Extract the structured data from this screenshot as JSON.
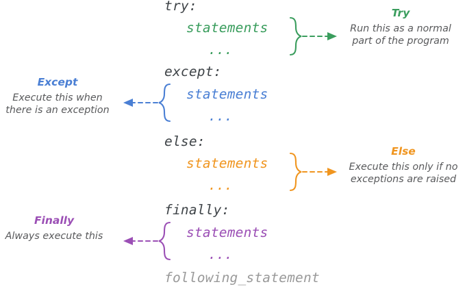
{
  "diagram": {
    "title": "Python try/except/else/finally structure",
    "background": "#ffffff"
  },
  "colors": {
    "try": "#3a9d5d",
    "except": "#4a7fd4",
    "else": "#f0951f",
    "finally": "#9b4fb5",
    "keyword": "#3f4448",
    "description": "#58595b",
    "trailing": "#9a9a9a"
  },
  "code": {
    "lines": [
      {
        "text": "try:",
        "kind": "keyword",
        "indent": 0
      },
      {
        "text": "statements",
        "kind": "try",
        "indent": 1
      },
      {
        "text": "...",
        "kind": "try",
        "indent": 2
      },
      {
        "text": "except:",
        "kind": "keyword",
        "indent": 0
      },
      {
        "text": "statements",
        "kind": "except",
        "indent": 1
      },
      {
        "text": "...",
        "kind": "except",
        "indent": 2
      },
      {
        "text": "else:",
        "kind": "keyword",
        "indent": 0
      },
      {
        "text": "statements",
        "kind": "else",
        "indent": 1
      },
      {
        "text": "...",
        "kind": "else",
        "indent": 2
      },
      {
        "text": "finally:",
        "kind": "keyword",
        "indent": 0
      },
      {
        "text": "statements",
        "kind": "finally",
        "indent": 1
      },
      {
        "text": "...",
        "kind": "finally",
        "indent": 2
      },
      {
        "text": "following_statement",
        "kind": "trailing",
        "indent": 0
      }
    ]
  },
  "annotations": [
    {
      "id": "try",
      "title": "Try",
      "description": "Run this as a normal\npart of the program",
      "side": "right",
      "color": "#3a9d5d",
      "brace": "right-curly",
      "arrow": "arrow-right"
    },
    {
      "id": "except",
      "title": "Except",
      "description": "Execute this when\nthere is an exception",
      "side": "left",
      "color": "#4a7fd4",
      "brace": "left-curly",
      "arrow": "arrow-left"
    },
    {
      "id": "else",
      "title": "Else",
      "description": "Execute this only if no\nexceptions are raised",
      "side": "right",
      "color": "#f0951f",
      "brace": "right-curly",
      "arrow": "arrow-right"
    },
    {
      "id": "finally",
      "title": "Finally",
      "description": "Always execute this",
      "side": "left",
      "color": "#9b4fb5",
      "brace": "left-curly",
      "arrow": "arrow-left"
    }
  ]
}
